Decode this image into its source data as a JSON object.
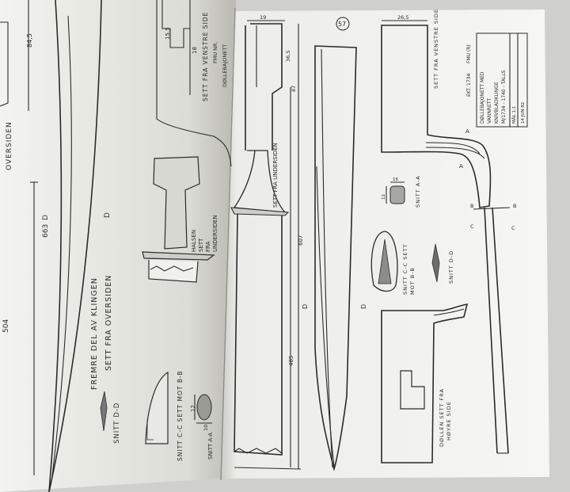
{
  "left_page": {
    "dim_843": "84,5",
    "dim_663": "663",
    "dim_504": "504",
    "oversiden": "OVERSIDEN",
    "marker_d1": "D",
    "marker_d2": "D",
    "fremre_line1": "FREMRE DEL AV KLINGEN",
    "fremre_line2": "SETT FRA OVERSIDEN",
    "dim_15_5": "15,5",
    "dim_18": "18",
    "sett_fra_venstre": "SETT FRA VENSTRE SIDE",
    "fmu_n": "FMU NR.",
    "dollebajonett": "DØLLEBAJONETT",
    "halsen1": "HALSEN",
    "halsen2": "SETT",
    "halsen3": "FRA",
    "halsen4": "UNDERSIDEN",
    "snitt_dd": "SNITT D-D",
    "snitt_cc": "SNITT C-C SETT MOT B-B",
    "snitt_aa": "SNITT A-A",
    "dim_12": "12",
    "dim_10": "10"
  },
  "right_page": {
    "page_number": "57",
    "dim_19": "19",
    "sett_fra_undersiden": "SETT FRA UNDERSIDEN",
    "dim_36_5": "36,5",
    "dim_87": "87",
    "dim_607": "607",
    "dim_485": "485",
    "marker_d1": "D",
    "marker_d2": "D",
    "dim_26_5": "26,5",
    "sett_fra_venstre": "SETT FRA VENSTRE SIDE",
    "marker_a1": "A",
    "marker_a2": "A",
    "marker_b1": "B",
    "marker_b2": "B",
    "marker_c1": "C",
    "marker_c2": "C",
    "title": {
      "ekt": "EKT. 1734",
      "fmu": "FMU (R)",
      "line1": "DØLLEBAJONETT MED",
      "line2": "VANNRETT",
      "line3": "KNIVBLADKLINGE",
      "line4": "M/1734 - 1740 - TALLS",
      "scale": "MÅL 1:1",
      "date": "14 JUN 82"
    },
    "dim_12": "12",
    "dim_16": "16",
    "snitt_aa": "SNITT A-A",
    "snitt_cc": "SNITT C-C SETT",
    "mot_bb": "MOT B-B",
    "snitt_dd": "SNITT D-D",
    "dollen1": "DØLLEN SETT FRA",
    "dollen2": "HØYRE SIDE"
  }
}
